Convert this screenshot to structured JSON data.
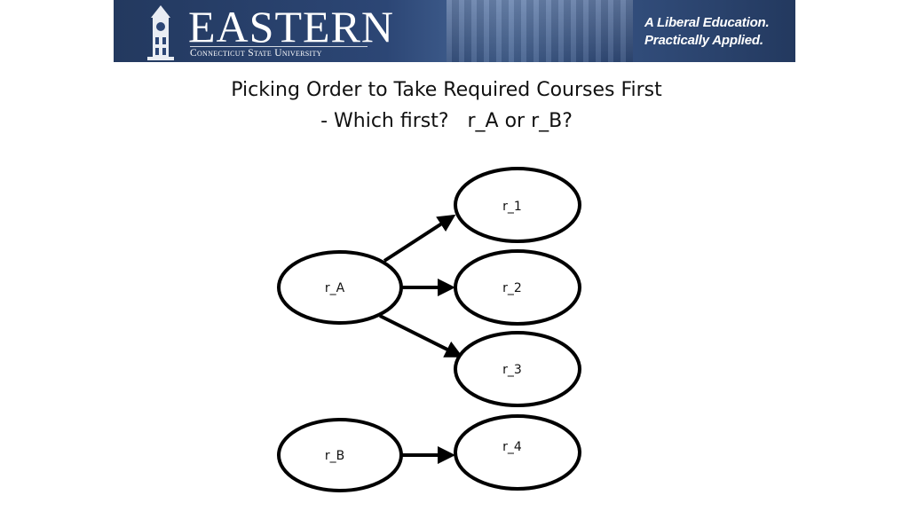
{
  "banner": {
    "wordmark": "EASTERN",
    "subname": "Connecticut State University",
    "tagline_line1": "A Liberal Education.",
    "tagline_line2": "Practically Applied.",
    "colors": {
      "background": "#2c4675",
      "text": "#ffffff"
    }
  },
  "slide": {
    "title_line1": "Picking Order to Take Required Courses First",
    "title_line2": "- Which first?   r_A or r_B?"
  },
  "diagram": {
    "nodes": [
      {
        "id": "rA",
        "label": "r_A"
      },
      {
        "id": "rB",
        "label": "r_B"
      },
      {
        "id": "r1",
        "label": "r_1"
      },
      {
        "id": "r2",
        "label": "r_2"
      },
      {
        "id": "r3",
        "label": "r_3"
      },
      {
        "id": "r4",
        "label": "r_4"
      }
    ],
    "edges": [
      {
        "from": "rA",
        "to": "r1"
      },
      {
        "from": "rA",
        "to": "r2"
      },
      {
        "from": "rA",
        "to": "r3"
      },
      {
        "from": "rB",
        "to": "r4"
      }
    ]
  }
}
